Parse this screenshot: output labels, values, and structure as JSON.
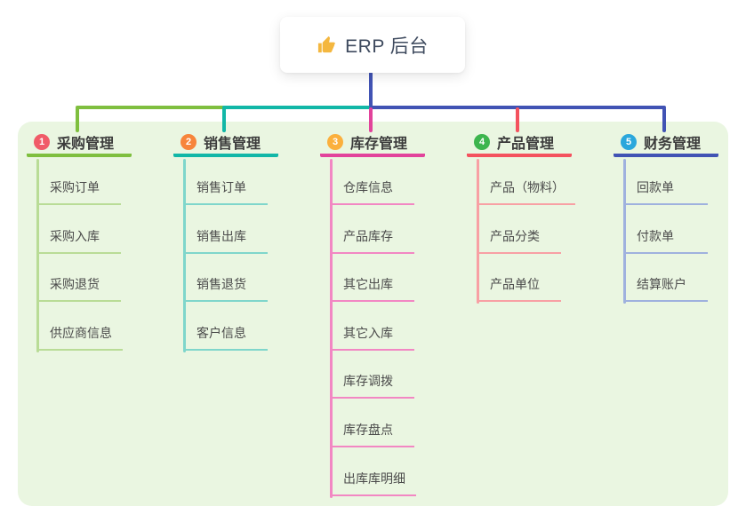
{
  "root": {
    "label": "ERP 后台",
    "icon": "thumbs-up-icon",
    "icon_color": "#f4b73f",
    "drop_line_color": "#4153b4"
  },
  "panel_background": "#eaf6e1",
  "branches": [
    {
      "index": "1",
      "label": "采购管理",
      "badge_color": "#f05b68",
      "line_color": "#7fbf3f",
      "child_line_color": "#b9dc96",
      "children": [
        "采购订单",
        "采购入库",
        "采购退货",
        "供应商信息"
      ]
    },
    {
      "index": "2",
      "label": "销售管理",
      "badge_color": "#f7853b",
      "line_color": "#12b7a7",
      "child_line_color": "#7fd6cb",
      "children": [
        "销售订单",
        "销售出库",
        "销售退货",
        "客户信息"
      ]
    },
    {
      "index": "3",
      "label": "库存管理",
      "badge_color": "#fbb03d",
      "line_color": "#e2439b",
      "child_line_color": "#f287c3",
      "children": [
        "仓库信息",
        "产品库存",
        "其它出库",
        "其它入库",
        "库存调拨",
        "库存盘点",
        "出库库明细"
      ]
    },
    {
      "index": "4",
      "label": "产品管理",
      "badge_color": "#3db54e",
      "line_color": "#f4525e",
      "child_line_color": "#f8a0a4",
      "children": [
        "产品（物料）",
        "产品分类",
        "产品单位"
      ]
    },
    {
      "index": "5",
      "label": "财务管理",
      "badge_color": "#2aa7dc",
      "line_color": "#4153b4",
      "child_line_color": "#9fb1de",
      "children": [
        "回款单",
        "付款单",
        "结算账户"
      ]
    }
  ]
}
